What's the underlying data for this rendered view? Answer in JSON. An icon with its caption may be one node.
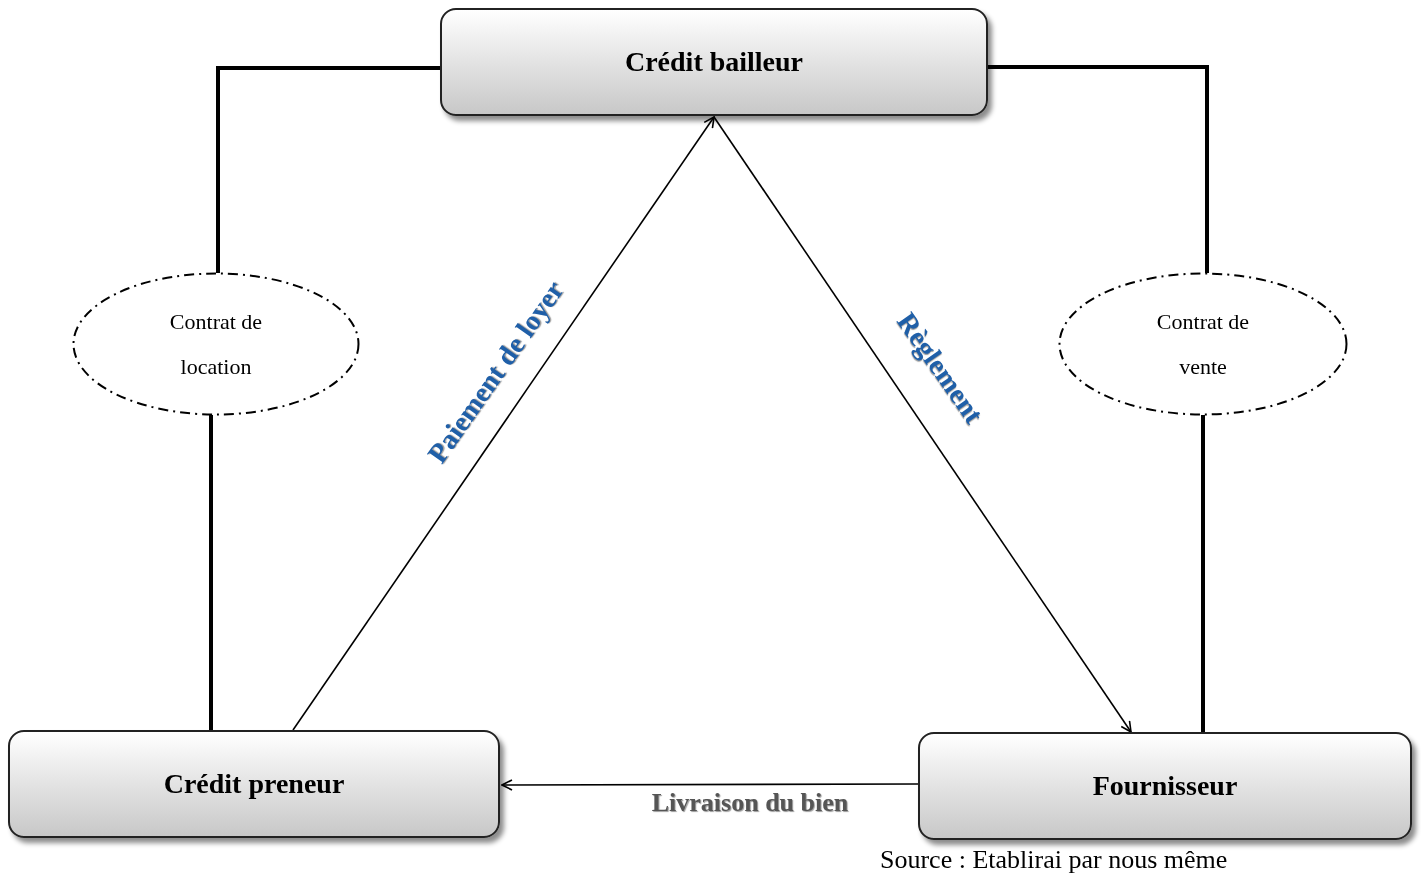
{
  "diagram": {
    "nodes": [
      {
        "text": [
          "Crédit bailleur"
        ]
      },
      {
        "text": [
          "Contrat de location"
        ]
      },
      {
        "text": [
          "Contrat de vente"
        ]
      },
      {
        "text": [
          "Crédit preneur"
        ]
      },
      {
        "text": [
          "Fournisseur"
        ]
      }
    ],
    "edges": [
      {
        "from": 0,
        "to": 1,
        "arrow": "none"
      },
      {
        "from": 1,
        "to": 3,
        "arrow": "none"
      },
      {
        "from": 0,
        "to": 2,
        "arrow": "none"
      },
      {
        "from": 2,
        "to": 4,
        "arrow": "none"
      },
      {
        "from": 3,
        "to": 0,
        "arrow": "to",
        "label": "Paiement de loyer"
      },
      {
        "from": 0,
        "to": 4,
        "arrow": "to",
        "label": "Règlement"
      },
      {
        "from": 4,
        "to": 3,
        "arrow": "to",
        "label": "Livraison du bien"
      }
    ],
    "caption": "Source : Etablirai par nous même"
  }
}
